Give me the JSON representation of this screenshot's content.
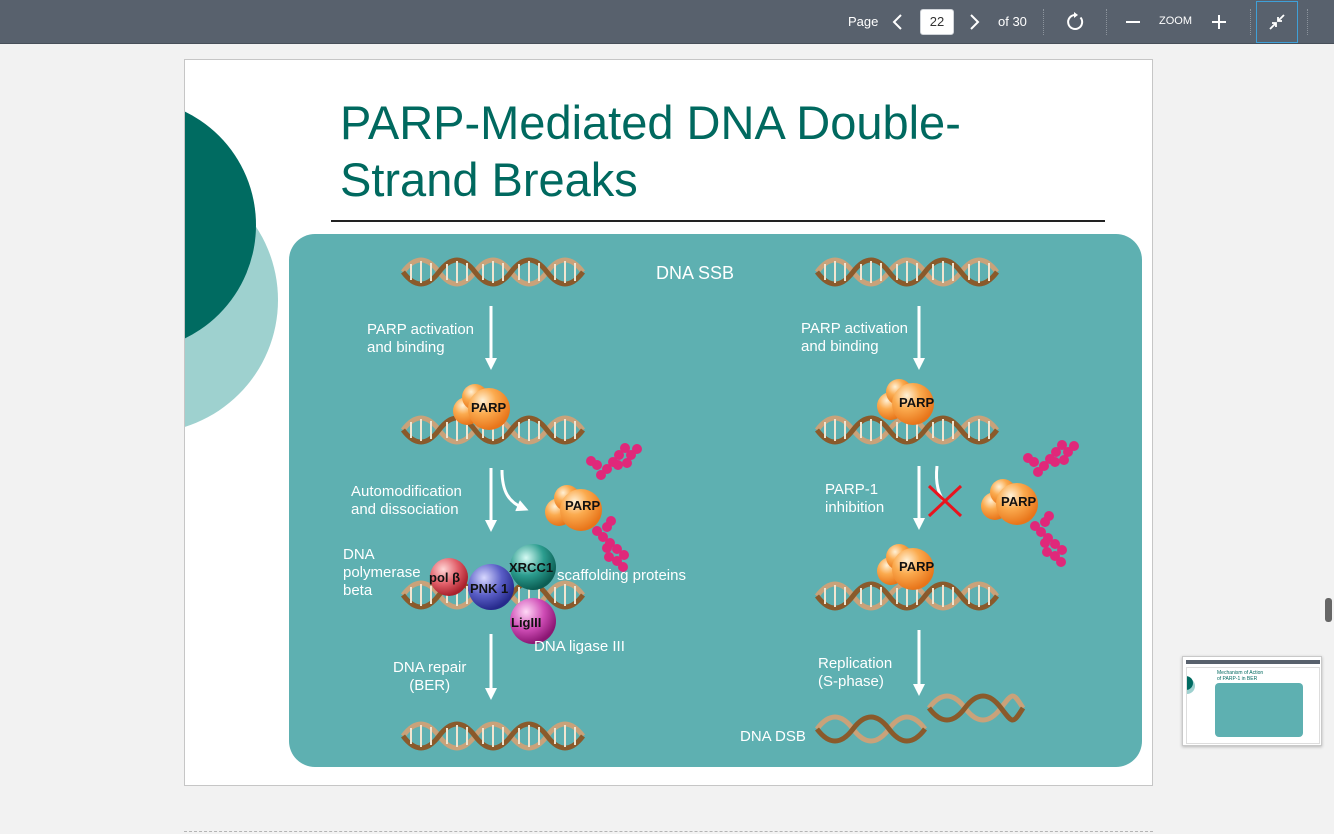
{
  "toolbar": {
    "page_label": "Page",
    "current_page": "22",
    "total_label": "of 30",
    "zoom_label": "ZOOM"
  },
  "slide": {
    "title_line1": "PARP-Mediated DNA Double-",
    "title_line2": "Strand Breaks",
    "diagram": {
      "ssb_label": "DNA SSB",
      "left": {
        "step1": [
          "PARP activation",
          "and binding"
        ],
        "step2": [
          "Automodification",
          "and dissociation"
        ],
        "polymerase": [
          "DNA",
          "polymerase",
          "beta"
        ],
        "scaffolding": "scaffolding proteins",
        "ligase": "DNA ligase III",
        "repair": [
          "DNA repair",
          "(BER)"
        ]
      },
      "right": {
        "step1": [
          "PARP activation",
          "and binding"
        ],
        "step2": [
          "PARP-1",
          "inhibition"
        ],
        "replication": [
          "Replication",
          "(S-phase)"
        ],
        "dsb": "DNA DSB"
      },
      "proteins": {
        "parp": "PARP",
        "pol_beta": "pol β",
        "pnk1": "PNK 1",
        "xrcc1": "XRCC1",
        "lig3": "LigIII"
      }
    }
  },
  "thumbnail": {
    "title_line1": "Mechanism of Action",
    "title_line2": "of PARP-1 in BER"
  },
  "colors": {
    "toolbar": "#58616d",
    "title": "#00695f",
    "panel": "#5eb0b1",
    "parp": "#f7941d",
    "par_chain": "#e0287a"
  }
}
